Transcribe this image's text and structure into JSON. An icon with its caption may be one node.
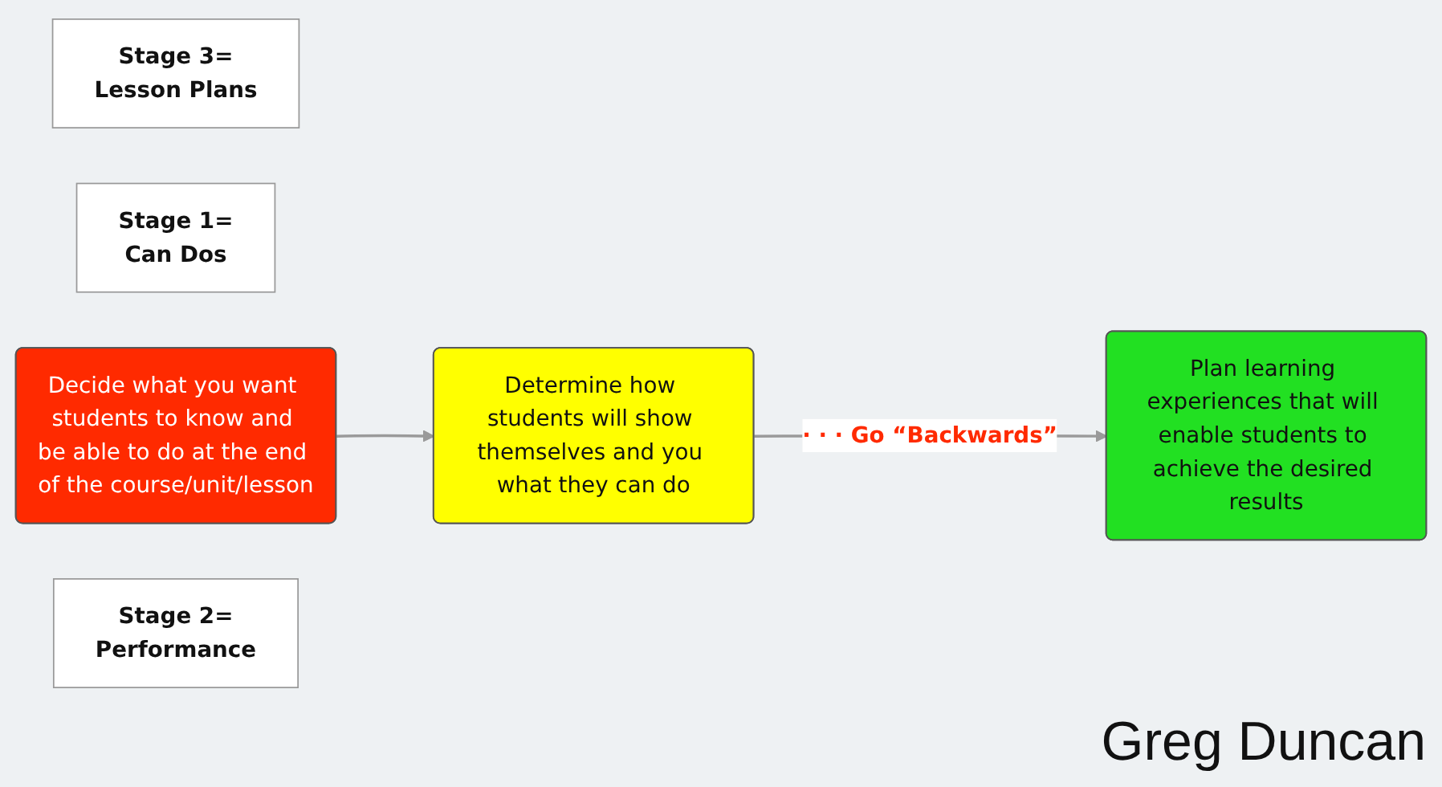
{
  "diagram": {
    "nodes": [
      {
        "text": [
          "Stage 3=",
          "Lesson Plans"
        ]
      },
      {
        "text": [
          "Plan learning experiences that will enable students to achieve the desired results"
        ]
      },
      {
        "text": [
          "Stage 1=",
          "Can Dos"
        ]
      },
      {
        "text": [
          "Decide what you want students to know and be able to do at the end of the course/unit/lesson"
        ]
      },
      {
        "text": [
          "Stage 2=",
          "Performance"
        ]
      },
      {
        "text": [
          "Determine how students will show themselves and you what they can do"
        ]
      }
    ],
    "edges": [
      {
        "from": 3,
        "to": 5,
        "arrow": "to"
      },
      {
        "from": 5,
        "to": 1,
        "arrow": "to",
        "label": "· · · Go “Backwards”"
      }
    ],
    "labels": [
      "Greg Duncan"
    ]
  }
}
